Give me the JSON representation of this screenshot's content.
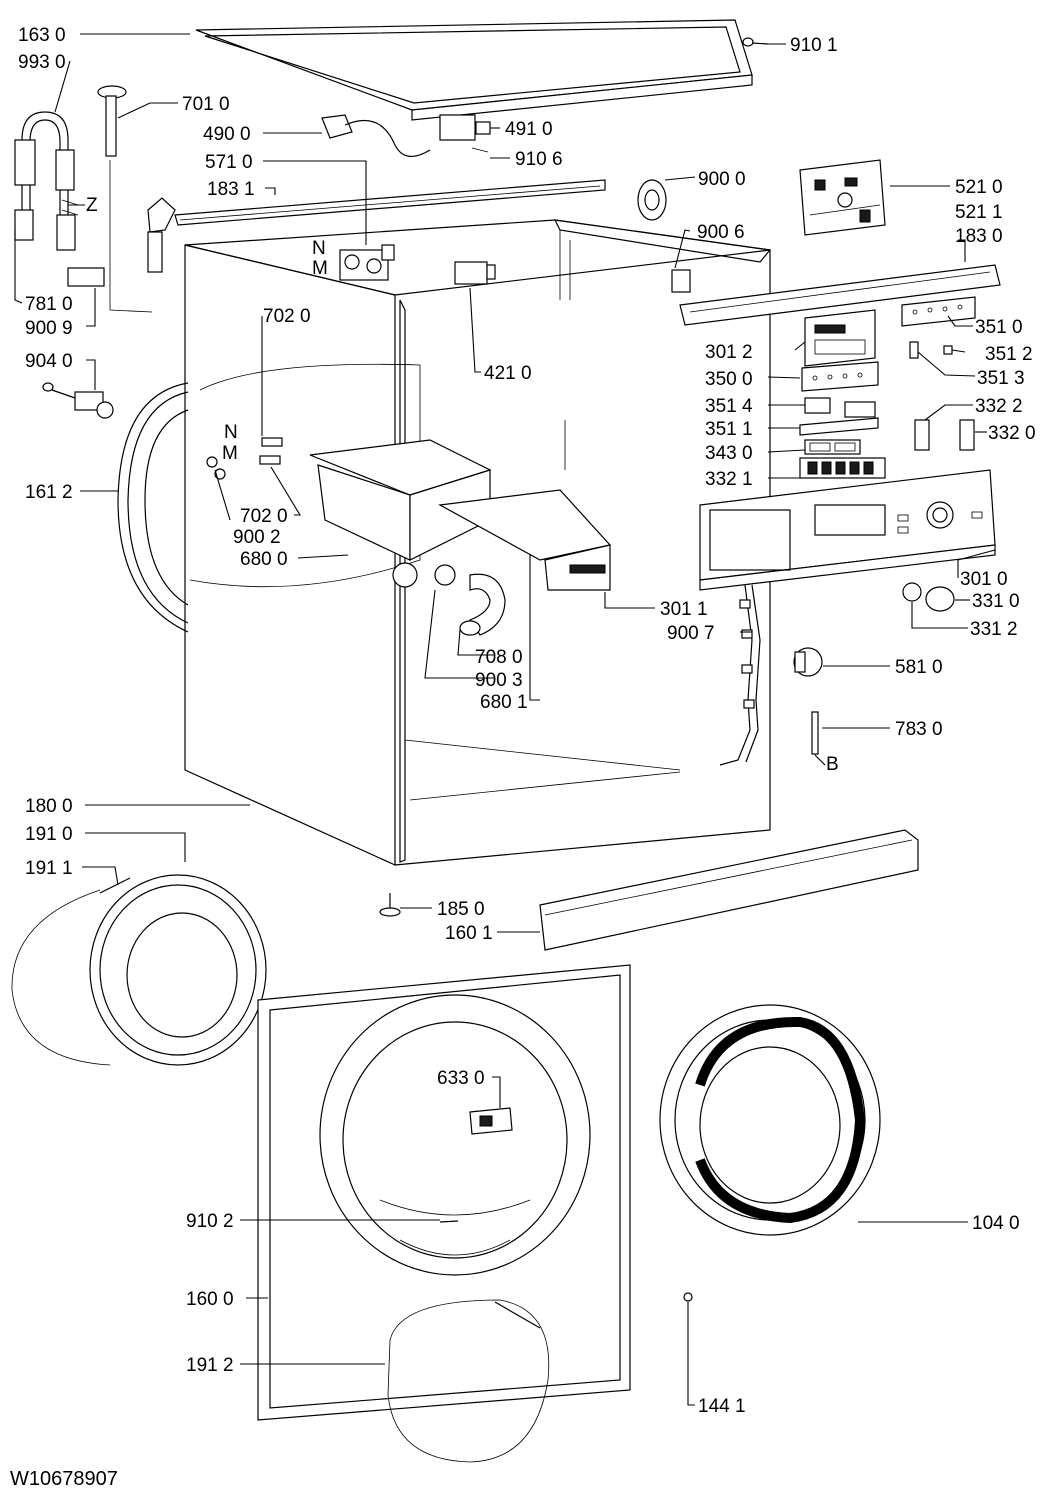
{
  "document_id": "W10678907",
  "callouts": {
    "c1630": "163 0",
    "c9930": "993 0",
    "c7010": "701 0",
    "c4900": "490 0",
    "c4910": "491 0",
    "c9101": "910 1",
    "c5710": "571 0",
    "c9106": "910 6",
    "c1831": "183 1",
    "c9000": "900 0",
    "c5210": "521 0",
    "c5211": "521 1",
    "c9006": "900 6",
    "c1830": "183 0",
    "cZ": "Z",
    "c7810": "781 0",
    "c9009": "900 9",
    "c9040": "904 0",
    "c7020a": "702 0",
    "c4210": "421 0",
    "c3510": "351 0",
    "c3012": "301 2",
    "c3512": "351 2",
    "c3500": "350 0",
    "c3513": "351 3",
    "c3514": "351 4",
    "c3322": "332 2",
    "c3511": "351 1",
    "c3320": "332 0",
    "c3430": "343 0",
    "c3321": "332 1",
    "c1612": "161 2",
    "c7020b": "702 0",
    "c9002": "900 2",
    "c6800": "680 0",
    "c3010": "301 0",
    "c3310": "331 0",
    "c3312": "331 2",
    "c3011": "301 1",
    "c9007": "900 7",
    "c7080": "708 0",
    "c9003": "900 3",
    "c6801": "680 1",
    "c5810": "581 0",
    "c7830": "783 0",
    "cB": "B",
    "c1800": "180 0",
    "c1910": "191 0",
    "c1911": "191 1",
    "c1850": "185 0",
    "c1601": "160 1",
    "c6330": "633 0",
    "c9102": "910 2",
    "c1040": "104 0",
    "c1600": "160 0",
    "c1912": "191 2",
    "c1441": "144 1",
    "valve_n": "N",
    "valve_m": "M",
    "hose_n": "N",
    "hose_m": "M"
  }
}
